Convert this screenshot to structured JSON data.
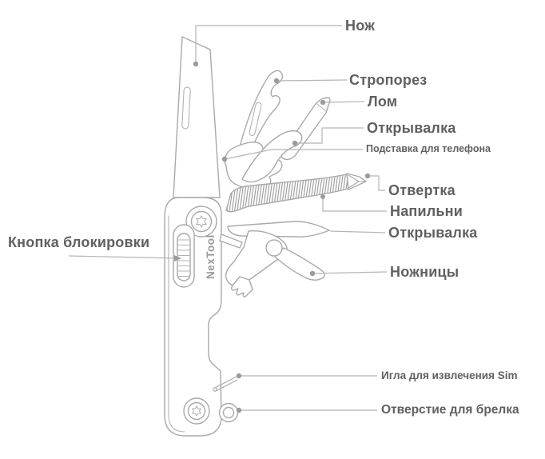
{
  "diagram": {
    "brand": "NexTool",
    "labels": {
      "knife": "Нож",
      "strap_cutter": "Стропорез",
      "crowbar": "Лом",
      "opener_top": "Открывалка",
      "phone_stand": "Подставка для телефона",
      "screwdriver": "Отвертка",
      "file": "Напильни",
      "opener_bottom": "Открывалка",
      "scissors": "Ножницы",
      "lock_button": "Кнопка блокировки",
      "sim_pin": "Игла для извлечения Sim",
      "keychain_hole": "Отверстие для брелка"
    },
    "colors": {
      "background": "#ffffff",
      "outline": "#a9a9a9",
      "leader_line": "#b5b5b5",
      "label_text": "#606060",
      "dot": "#9b9b9b",
      "brand": "#9a9a9a"
    }
  }
}
